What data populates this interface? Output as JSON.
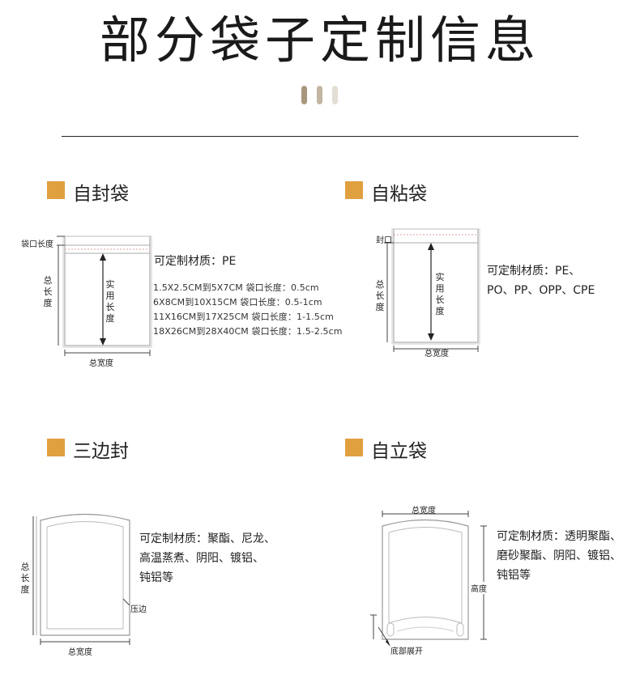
{
  "page": {
    "title": "部分袋子定制信息",
    "accent_color": "#e0a040",
    "dot_colors": [
      "#a8977f",
      "#c2b5a2",
      "#e3ddd3"
    ]
  },
  "sections": {
    "ziplock": {
      "heading": "自封袋",
      "labels": {
        "mouth_length": "袋口长度",
        "total_length": "总长度",
        "actual_length": "实用长度",
        "total_width": "总宽度"
      },
      "material": "可定制材质：PE",
      "sizes": [
        "1.5X2.5CM到5X7CM    袋口长度：0.5cm",
        "6X8CM到10X15CM      袋口长度：0.5-1cm",
        "11X16CM到17X25CM 袋口长度：1-1.5cm",
        "18X26CM到28X40CM 袋口长度：1.5-2.5cm"
      ]
    },
    "self_adhesive": {
      "heading": "自粘袋",
      "labels": {
        "seal": "封口",
        "total_length": "总长度",
        "actual_length": "实用长度",
        "total_width": "总宽度"
      },
      "material_lines": [
        "可定制材质：PE、",
        "PO、PP、OPP、CPE"
      ]
    },
    "three_side": {
      "heading": "三边封",
      "labels": {
        "total_length": "总长度",
        "pressed_edge": "压边",
        "total_width": "总宽度"
      },
      "material_lines": [
        "可定制材质：聚酯、尼龙、",
        "高温蒸煮、阴阳、镀铝、",
        "钝铝等"
      ]
    },
    "stand_up": {
      "heading": "自立袋",
      "labels": {
        "total_width": "总宽度",
        "height": "高度",
        "bottom_unfold": "底部展开"
      },
      "material_lines": [
        "可定制材质：透明聚酯、",
        "磨砂聚酯、阴阳、镀铝、",
        "钝铝等"
      ]
    }
  }
}
